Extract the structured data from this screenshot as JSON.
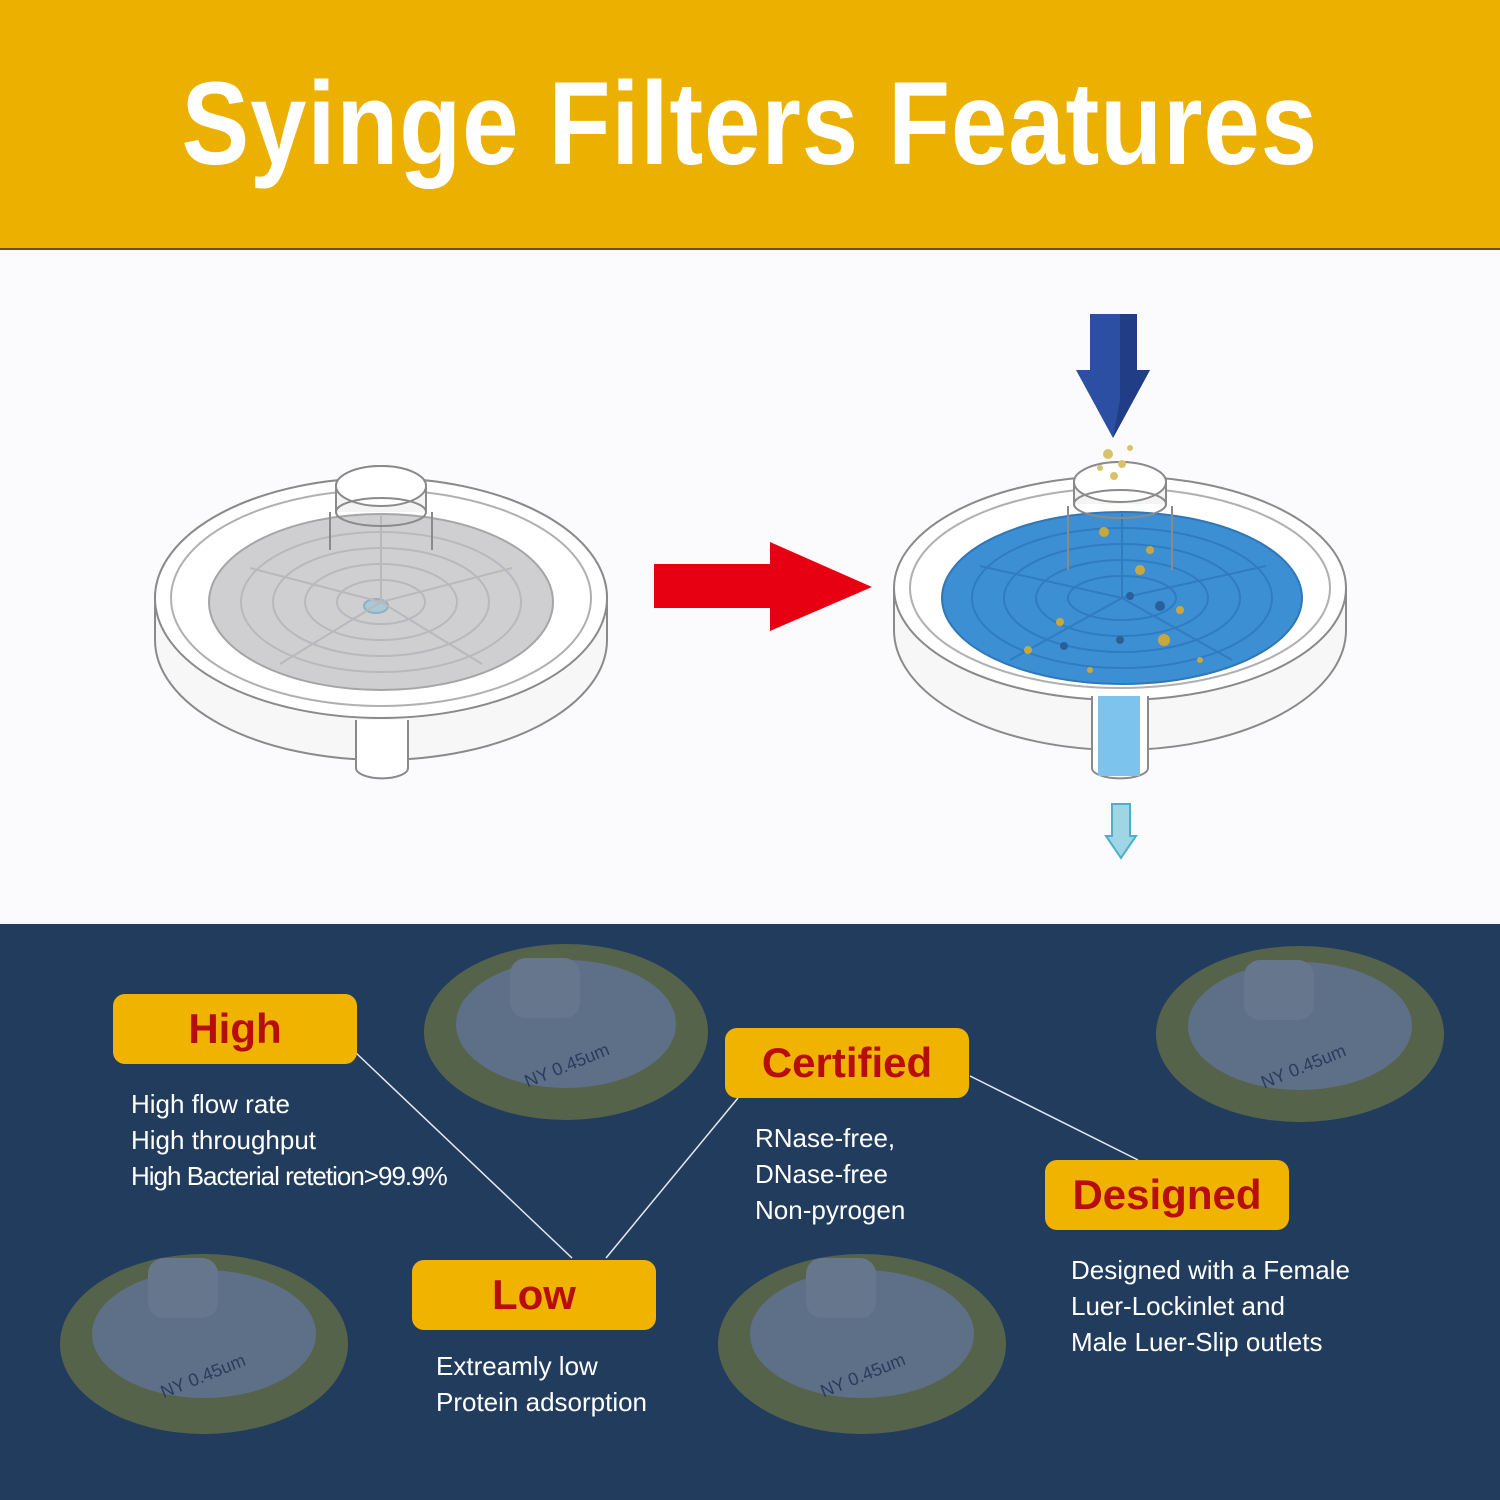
{
  "header": {
    "title": "Syinge Filters Features"
  },
  "filter_label": "NY 0.45um",
  "features": [
    {
      "tag": "High",
      "lines": [
        "High flow rate",
        "High throughput",
        "High Bacterial retetion>99.9%"
      ]
    },
    {
      "tag": "Low",
      "lines": [
        "Extreamly low",
        "Protein adsorption"
      ]
    },
    {
      "tag": "Certified",
      "lines": [
        "RNase-free,",
        "DNase-free",
        "Non-pyrogen"
      ]
    },
    {
      "tag": "Designed",
      "lines": [
        "Designed with a Female",
        "Luer-Lockinlet and",
        "Male Luer-Slip outlets"
      ]
    }
  ],
  "colors": {
    "banner": "#ebb000",
    "panel": "#223c5e",
    "tag_bg": "#f0b400",
    "tag_text": "#b80d0d",
    "red_arrow": "#e60012",
    "blue_arrow": "#2c4fa3",
    "liquid": "#3d8fd4"
  },
  "icons": [
    "red-right-arrow-icon",
    "blue-down-arrow-icon",
    "small-down-arrow-icon",
    "syringe-filter-icon"
  ]
}
